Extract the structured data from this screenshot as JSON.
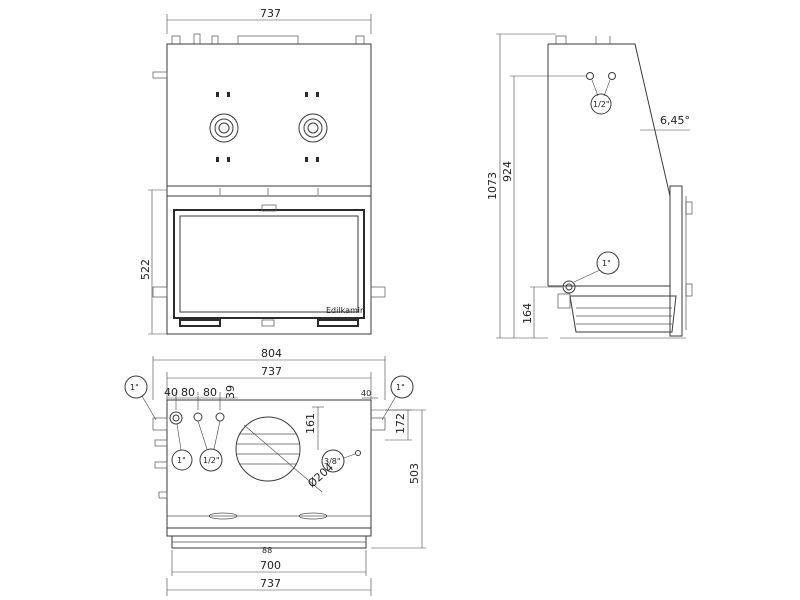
{
  "front_view": {
    "width_label": "737",
    "door_height_label": "522",
    "brand_mark": "Edilkamin"
  },
  "side_view": {
    "total_height_label": "1073",
    "inner_height_label": "924",
    "outlet_height_label": "164",
    "angle_label": "6,45°",
    "top_connection_label": "1/2\"",
    "bottom_connection_label": "1\""
  },
  "plan_view": {
    "overall_width_label": "804",
    "body_width_label": "737",
    "offset_40_label": "40",
    "offset_80a_label": "80",
    "offset_80b_label": "80",
    "offset_39_label": "39",
    "depth_161_label": "161",
    "offset_40_right_label": "40",
    "depth_172_label": "172",
    "depth_503_label": "503",
    "flue_diameter_label": "Ø204",
    "connection_left_label": "1\"",
    "connection_right_label": "1\"",
    "connection_1in_label": "1\"",
    "connection_half_label": "1/2\"",
    "connection_three_eighths_label": "3/8\"",
    "base_width_label": "700",
    "base_total_label": "737",
    "base_small_label": "88"
  }
}
